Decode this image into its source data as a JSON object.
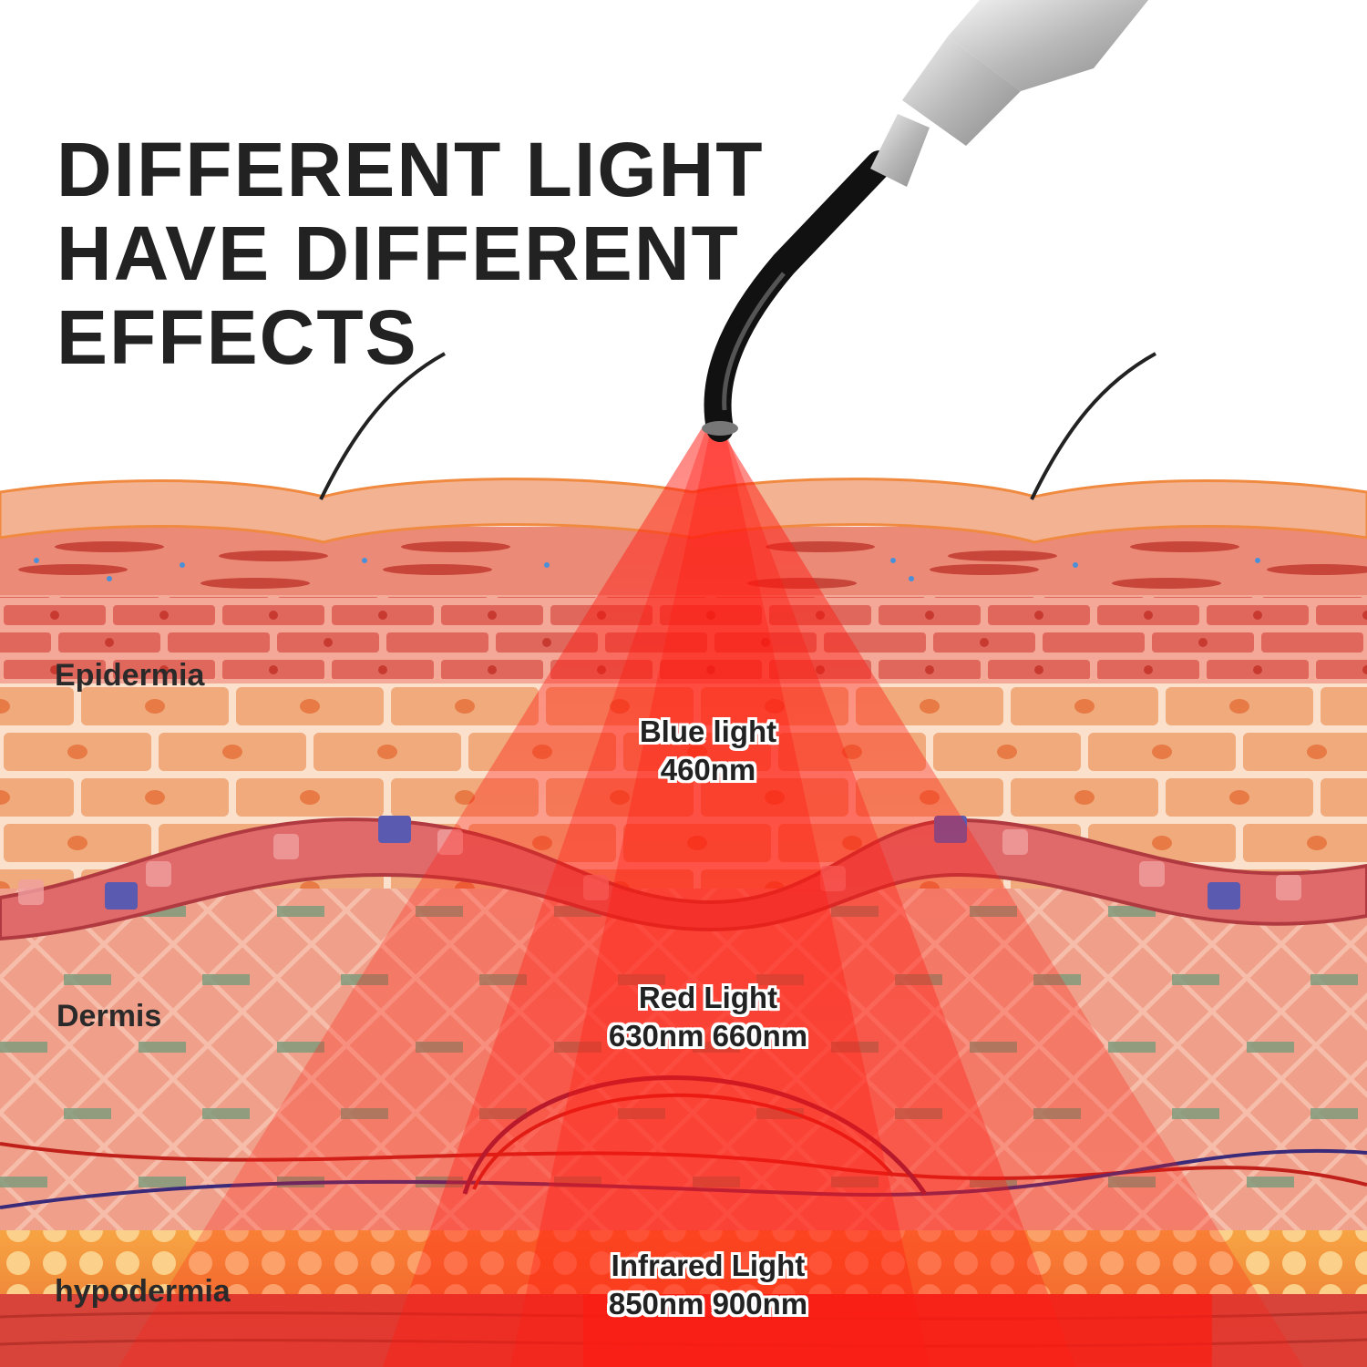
{
  "headline": {
    "lines": [
      "DIFFERENT LIGHT",
      "HAVE DIFFERENT",
      "EFFECTS"
    ]
  },
  "layers": {
    "epidermis": "Epidermia",
    "dermis": "Dermis",
    "hypodermis": "hypodermia"
  },
  "lights": {
    "blue": {
      "name": "Blue light",
      "wavelength": "460nm"
    },
    "red": {
      "name": "Red Light",
      "wavelength": "630nm 660nm"
    },
    "infrared": {
      "name": "Infrared Light",
      "wavelength": "850nm 900nm"
    }
  },
  "colors": {
    "beam": "#ff1a10",
    "skin_surface": "#f3b393",
    "epidermis_cells": "#efa878",
    "dermis": "#f0a08a",
    "fat": "#f7a443",
    "text": "#222222"
  }
}
